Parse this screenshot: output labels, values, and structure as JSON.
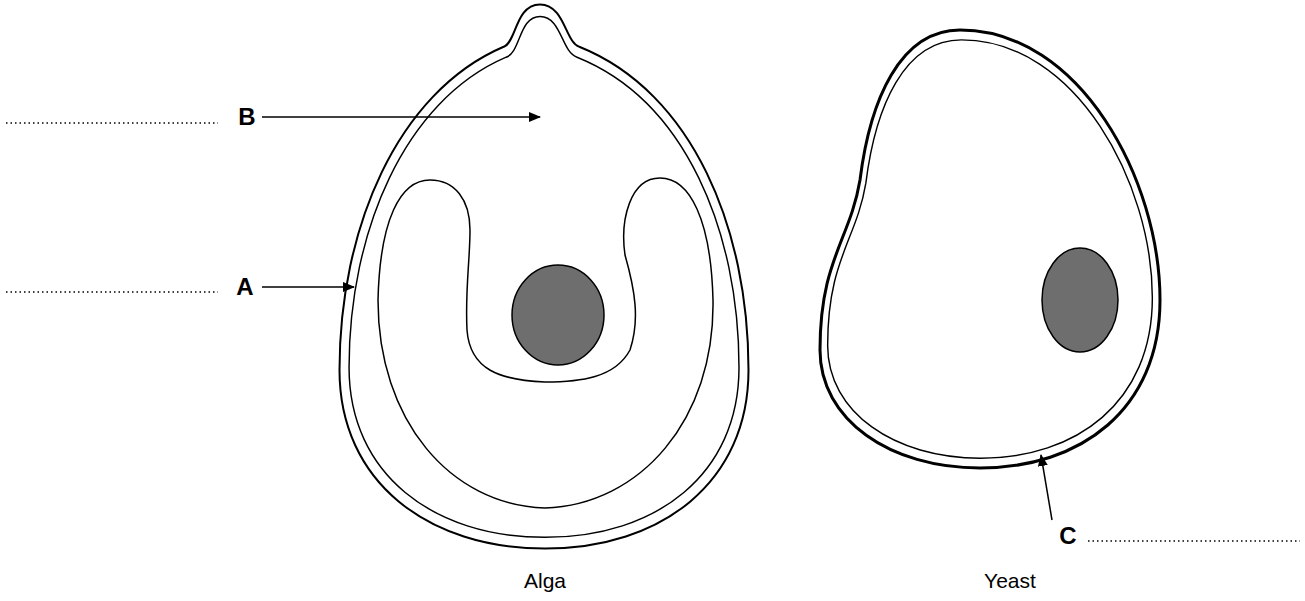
{
  "diagram": {
    "labels": [
      "B",
      "A",
      "C",
      "Alga",
      "Yeast"
    ]
  }
}
